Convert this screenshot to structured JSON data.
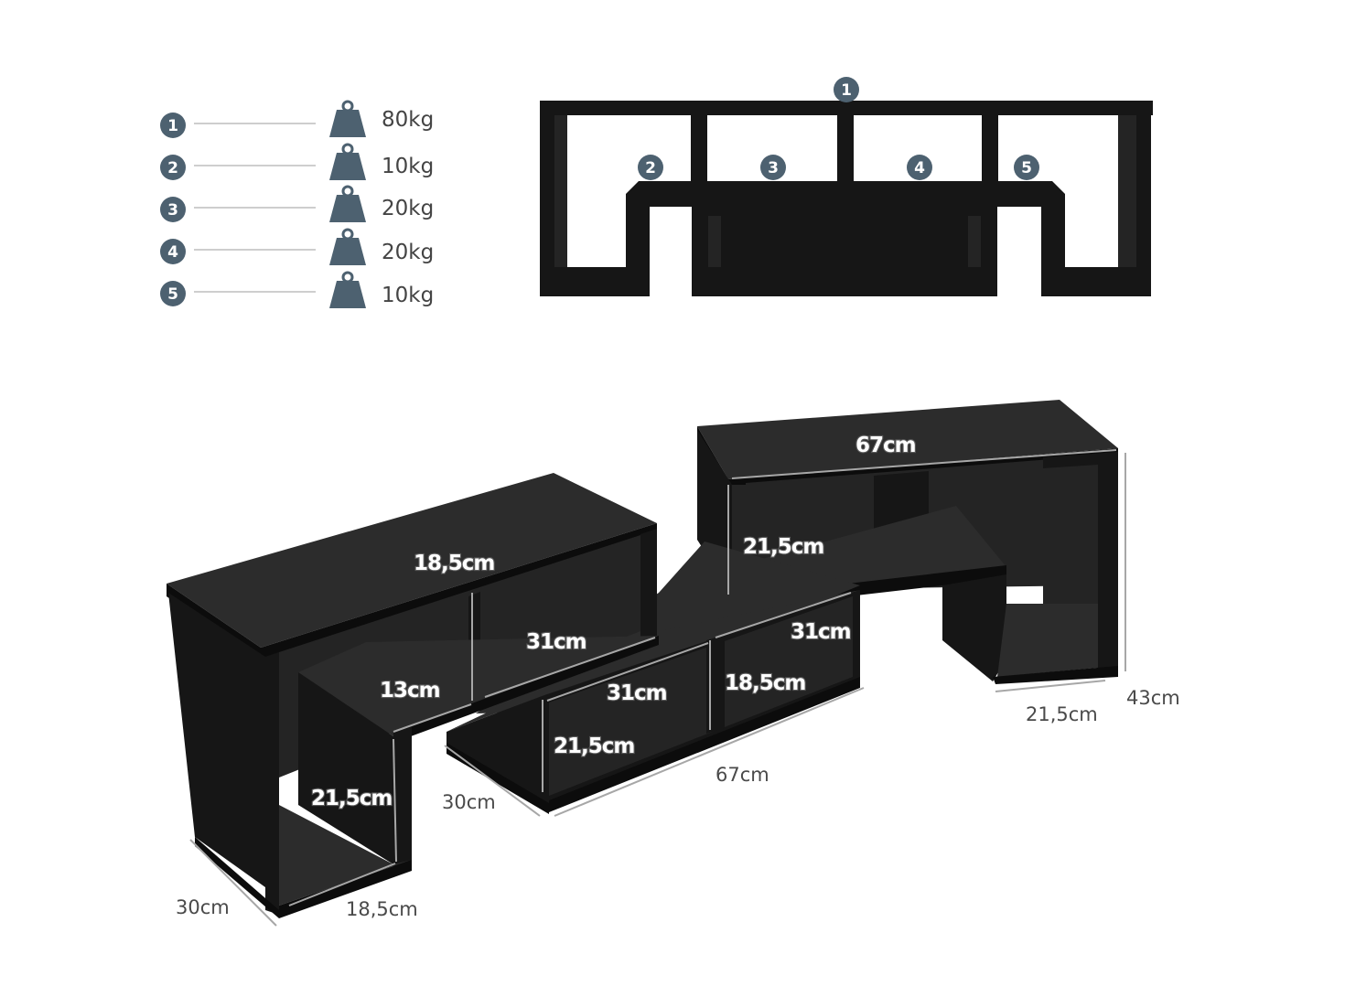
{
  "legend": [
    {
      "num": "1",
      "weight": "80kg"
    },
    {
      "num": "2",
      "weight": "10kg"
    },
    {
      "num": "3",
      "weight": "20kg"
    },
    {
      "num": "4",
      "weight": "20kg"
    },
    {
      "num": "5",
      "weight": "10kg"
    }
  ],
  "badges": [
    "1",
    "2",
    "3",
    "4",
    "5"
  ],
  "dimensions": {
    "top_width": "67cm",
    "right_inner_height": "21,5cm",
    "left_top_span": "18,5cm",
    "left_inner_depth": "31cm",
    "left_step_height": "13cm",
    "left_lower_height": "21,5cm",
    "left_depth": "30cm",
    "left_bottom_width": "18,5cm",
    "mid_depth_a": "31cm",
    "mid_depth_b": "31cm",
    "mid_height": "18,5cm",
    "mid_lower_height": "21,5cm",
    "mid_length": "67cm",
    "mid_side_depth": "30cm",
    "right_bottom_width": "21,5cm",
    "total_height": "43cm"
  },
  "colors": {
    "furniture": "#161616",
    "badge": "#4d6170",
    "dimension_line": "#a7a7a7"
  }
}
